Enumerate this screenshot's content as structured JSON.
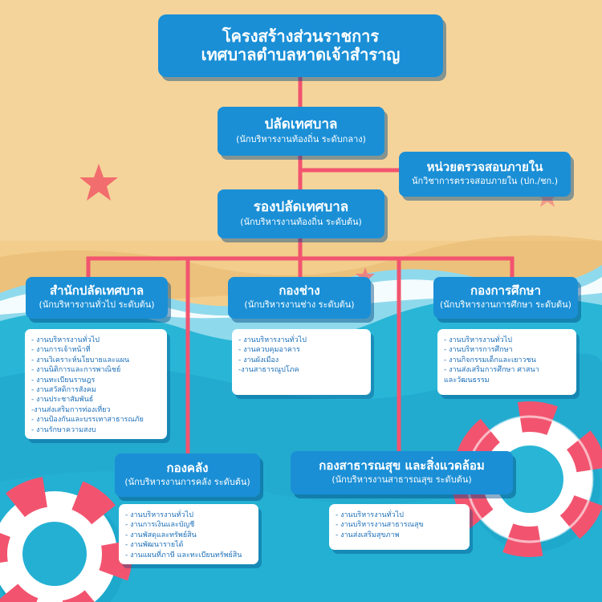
{
  "colors": {
    "box": "#1a8fd6",
    "connector": "#f2546f",
    "list_text": "#1c6fb8",
    "sand": "#f2cd8c",
    "sea": "#29b6d6"
  },
  "header": {
    "line1": "โครงสร้างส่วนราชการ",
    "line2": "เทศบาลตำบลหาดเจ้าสำราญ"
  },
  "chief_admin": {
    "title": "ปลัดเทศบาล",
    "subtitle": "(นักบริหารงานท้องถิ่น ระดับกลาง)"
  },
  "audit_unit": {
    "title": "หน่วยตรวจสอบภายใน",
    "subtitle": "นักวิชาการตรวจสอบภายใน (ปก./ชก.)"
  },
  "deputy_admin": {
    "title": "รองปลัดเทศบาล",
    "subtitle": "(นักบริหารงานท้องถิ่น ระดับต้น)"
  },
  "divisions": [
    {
      "title": "สำนักปลัดเทศบาล",
      "subtitle": "(นักบริหารงานทั่วไป ระดับต้น)",
      "tasks": [
        "- งานบริหารงานทั่วไป",
        "- งานการเจ้าหน้าที่",
        "- งานวิเคราะห์นโยบายและแผน",
        "- งานนิติการและการพาณิชย์",
        "- งานทะเบียนราษฎร",
        "- งานสวัสดิการสังคม",
        "- งานประชาสัมพันธ์",
        "-งานส่งเสริมการท่องเที่ยว",
        "- งานป้องกันและบรรเทาสาธารณภัย",
        "- งานรักษาความสงบ"
      ]
    },
    {
      "title": "กองช่าง",
      "subtitle": "(นักบริหารงานช่าง ระดับต้น)",
      "tasks": [
        "- งานบริหารงานทั่วไป",
        "- งานควบคุมอาคาร",
        "- งานผังเมือง",
        "-งานสาธารณูปโภค"
      ]
    },
    {
      "title": "กองการศึกษา",
      "subtitle": "(นักบริหารงานการศึกษา ระดับต้น)",
      "tasks": [
        "- งานบริหารงานทั่วไป",
        "- งานบริหารการศึกษา",
        "- งานกิจกรรมเด็กและเยาวชน",
        "- งานส่งเสริมการศึกษา ศาสนา",
        "  และวัฒนธรรม"
      ]
    },
    {
      "title": "กองคลัง",
      "subtitle": "(นักบริหารงานการคลัง ระดับต้น)",
      "tasks": [
        "- งานบริหารงานทั่วไป",
        "- งานการเงินและบัญชี",
        "- งานพัสดุและทรัพย์สิน",
        "- งานพัฒนารายได้",
        "- งานแผนที่ภาษี และทะเบียนทรัพย์สิน"
      ]
    },
    {
      "title": "กองสาธารณสุข และสิ่งแวดล้อม",
      "subtitle": "(นักบริหารงานสาธารณสุข ระดับต้น)",
      "tasks": [
        "- งานบริหารงานทั่วไป",
        "- งานบริหารงานสาธารณสุข",
        "- งานส่งเสริมสุขภาพ"
      ]
    }
  ]
}
